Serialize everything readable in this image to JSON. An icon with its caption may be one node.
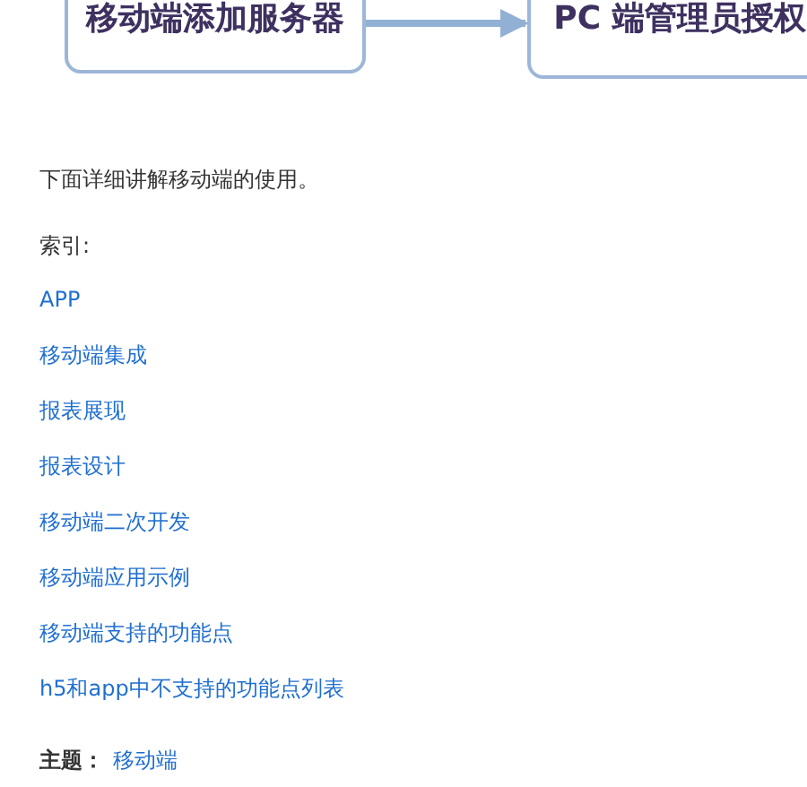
{
  "diagram": {
    "nodes": [
      {
        "text": [
          "移动端添加服务器"
        ]
      },
      {
        "text": [
          "PC 端管理员授权"
        ]
      }
    ],
    "edges": [
      {
        "from": 0,
        "to": 1,
        "arrow": "to"
      }
    ],
    "labels": [
      "下面详细讲解移动端的使用。",
      "索引:",
      "APP",
      "移动端集成",
      "报表展现",
      "报表设计",
      "移动端二次开发",
      "移动端应用示例",
      "移动端支持的功能点",
      "h5和app中不支持的功能点列表",
      "主题：",
      "移动端"
    ]
  }
}
